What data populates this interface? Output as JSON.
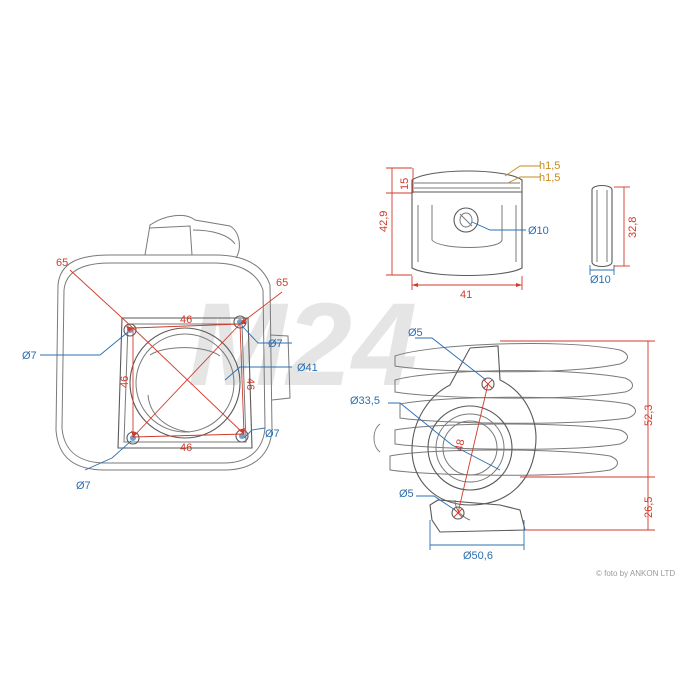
{
  "watermark": "M24",
  "credit": "© foto by ANKON LTD",
  "colors": {
    "red": "#d23a2a",
    "blue": "#2b6fb0",
    "orange": "#c98a1e",
    "sketch": "#7a7a7a"
  },
  "cylinder_top_view": {
    "diagonal_left": "65",
    "diagonal_right": "65",
    "top_spacing": "46",
    "bottom_spacing": "46",
    "left_spacing": "46",
    "right_spacing": "46",
    "hole_top_left": "Ø7",
    "hole_top_right": "Ø7",
    "hole_bottom_left": "Ø7",
    "hole_bottom_right": "Ø7",
    "bore": "Ø41"
  },
  "piston": {
    "ring_1": "h1,5",
    "ring_2": "h1,5",
    "top_height": "15",
    "total_height": "42,9",
    "pin_bore": "Ø10",
    "diameter": "41"
  },
  "piston_pin": {
    "length": "32,8",
    "diameter": "Ø10"
  },
  "cylinder_side_view": {
    "upper_stud": "Ø5",
    "port": "Ø33,5",
    "stud_distance": "48",
    "lower_stud": "Ø5",
    "height": "52,3",
    "base_height": "26,5",
    "base_width": "Ø50,6"
  }
}
